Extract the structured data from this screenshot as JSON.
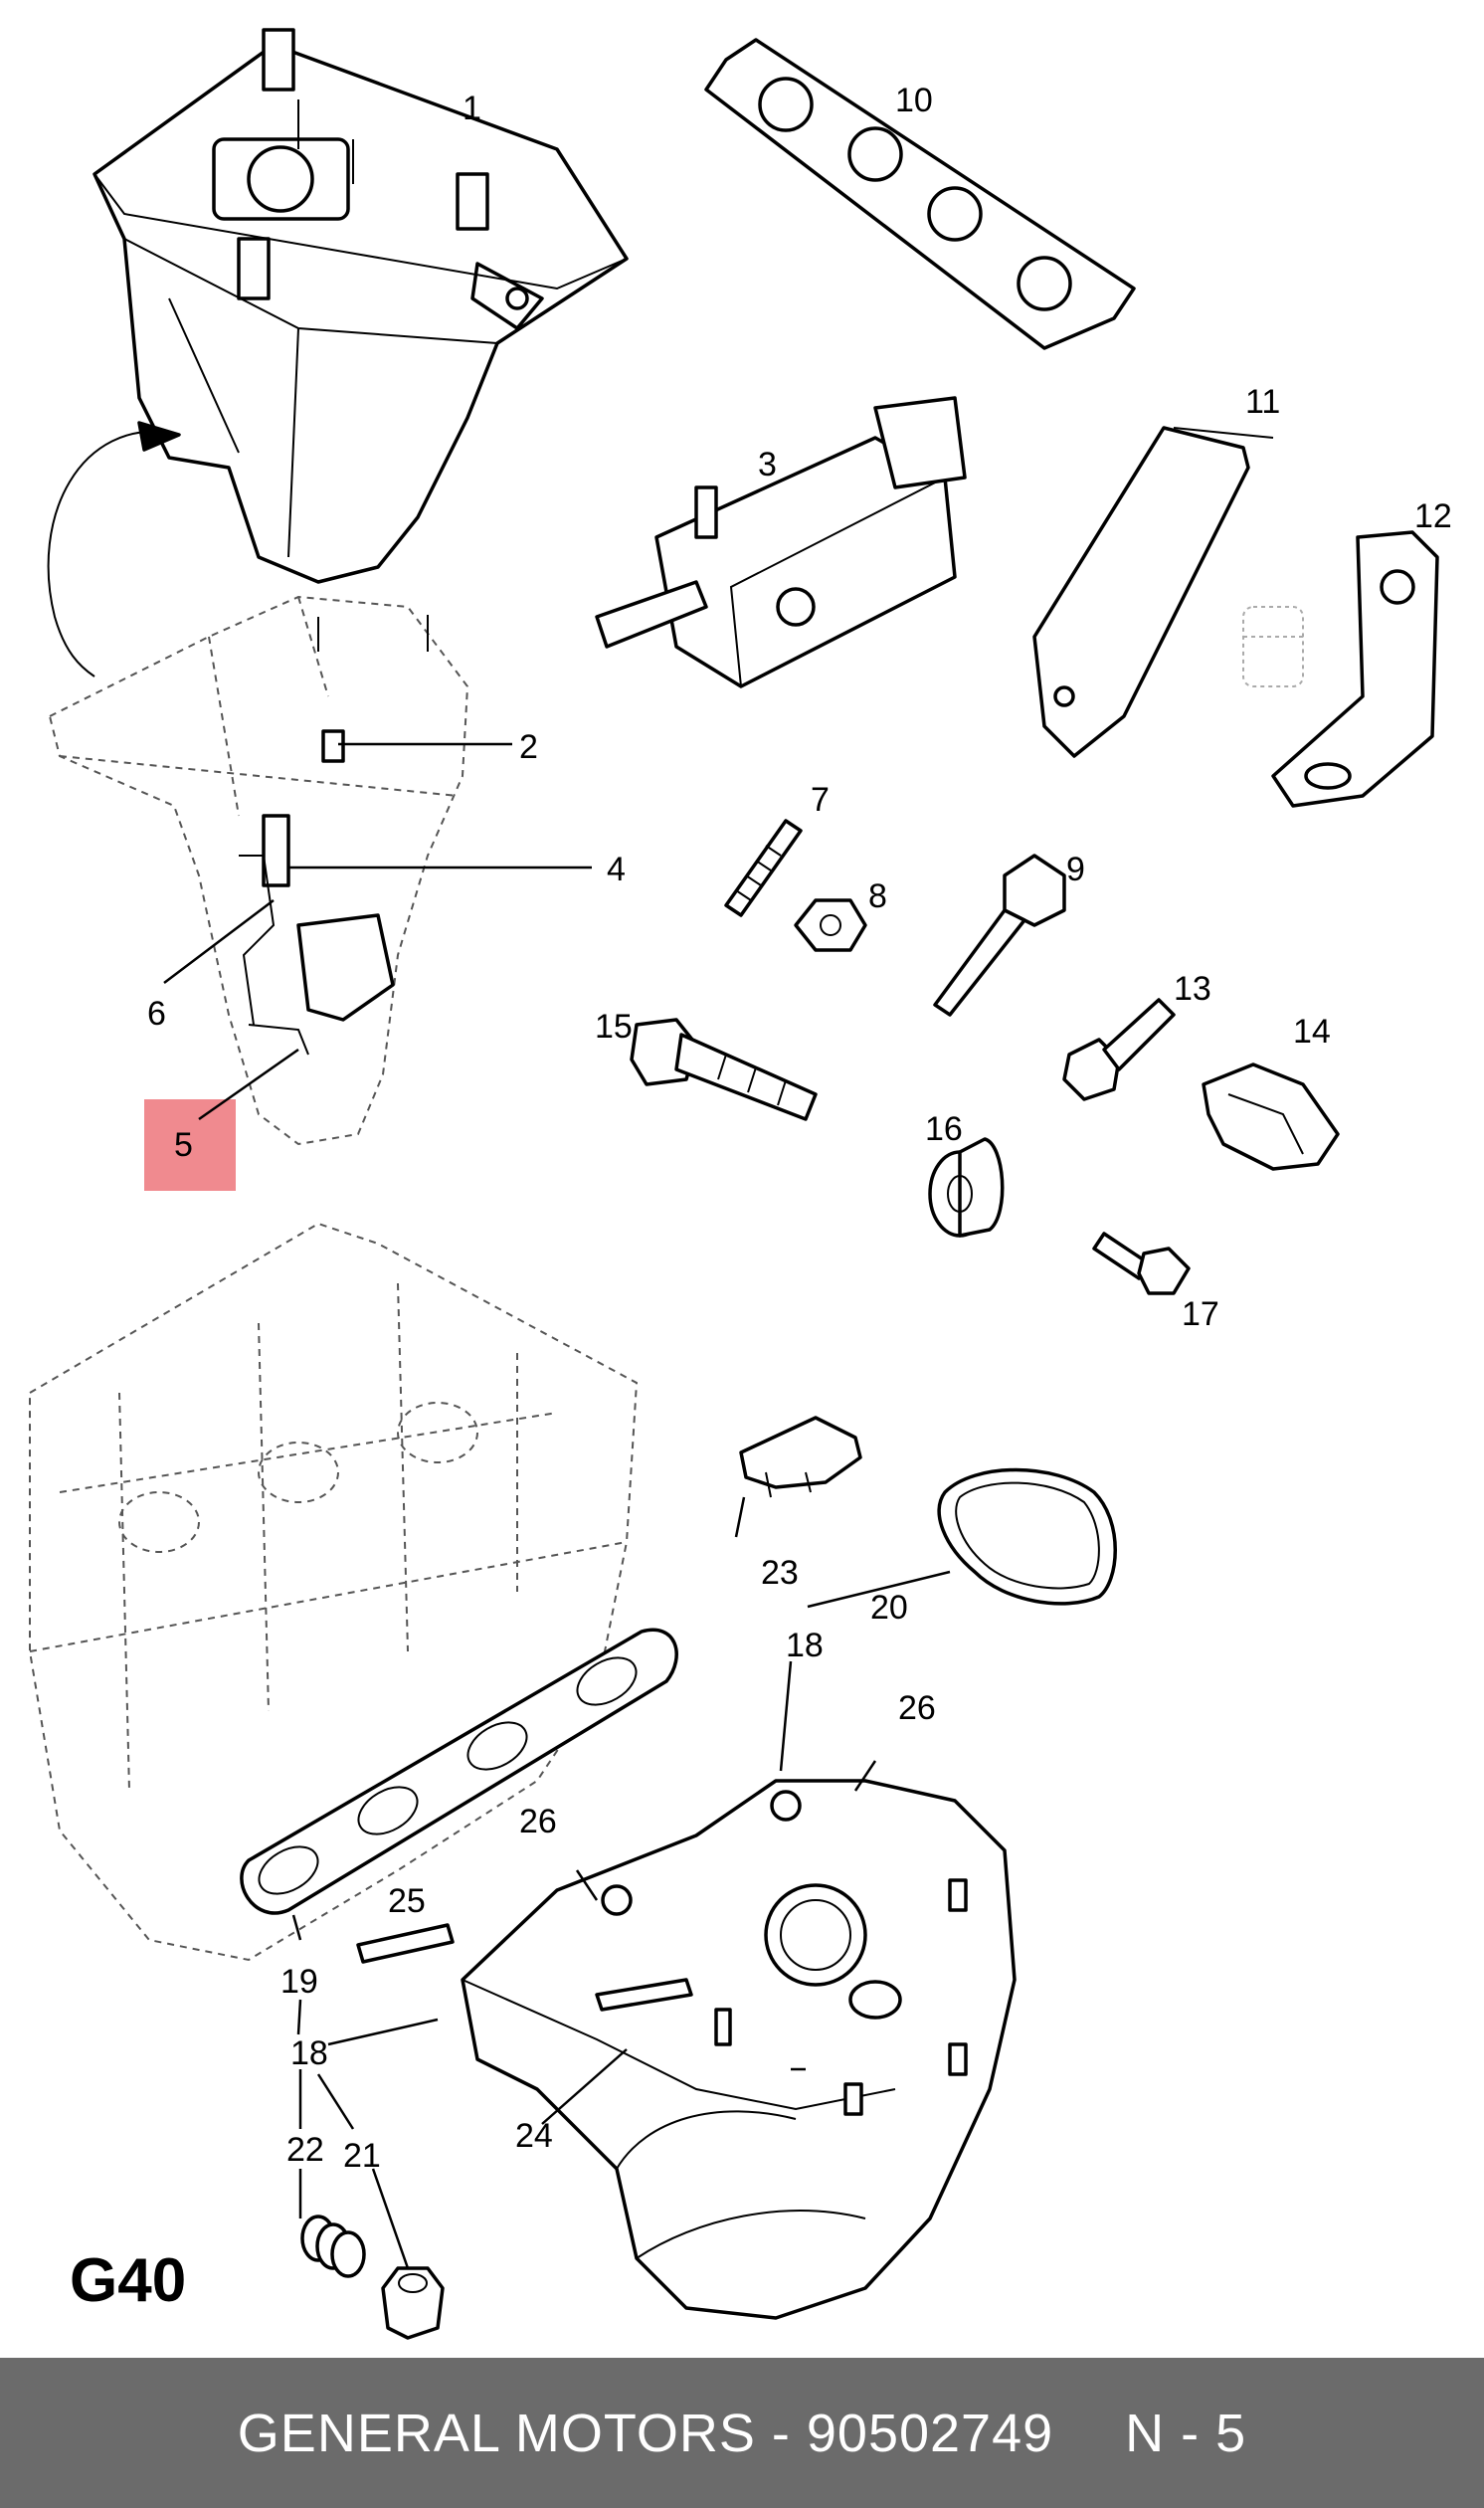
{
  "diagram": {
    "code": "G40",
    "highlight_color": "#f08a8f",
    "callouts": {
      "c1": "1",
      "c2": "2",
      "c3": "3",
      "c4": "4",
      "c5": "5",
      "c6": "6",
      "c7": "7",
      "c8": "8",
      "c9": "9",
      "c10": "10",
      "c11": "11",
      "c12": "12",
      "c13": "13",
      "c14": "14",
      "c15": "15",
      "c16": "16",
      "c17": "17",
      "c18a": "18",
      "c18b": "18",
      "c19": "19",
      "c20": "20",
      "c21": "21",
      "c22": "22",
      "c23": "23",
      "c24": "24",
      "c25": "25",
      "c26a": "26",
      "c26b": "26"
    }
  },
  "footer": {
    "brand": "GENERAL MOTORS",
    "separator": " - ",
    "part_number": "90502749",
    "page_ref": "N - 5"
  }
}
